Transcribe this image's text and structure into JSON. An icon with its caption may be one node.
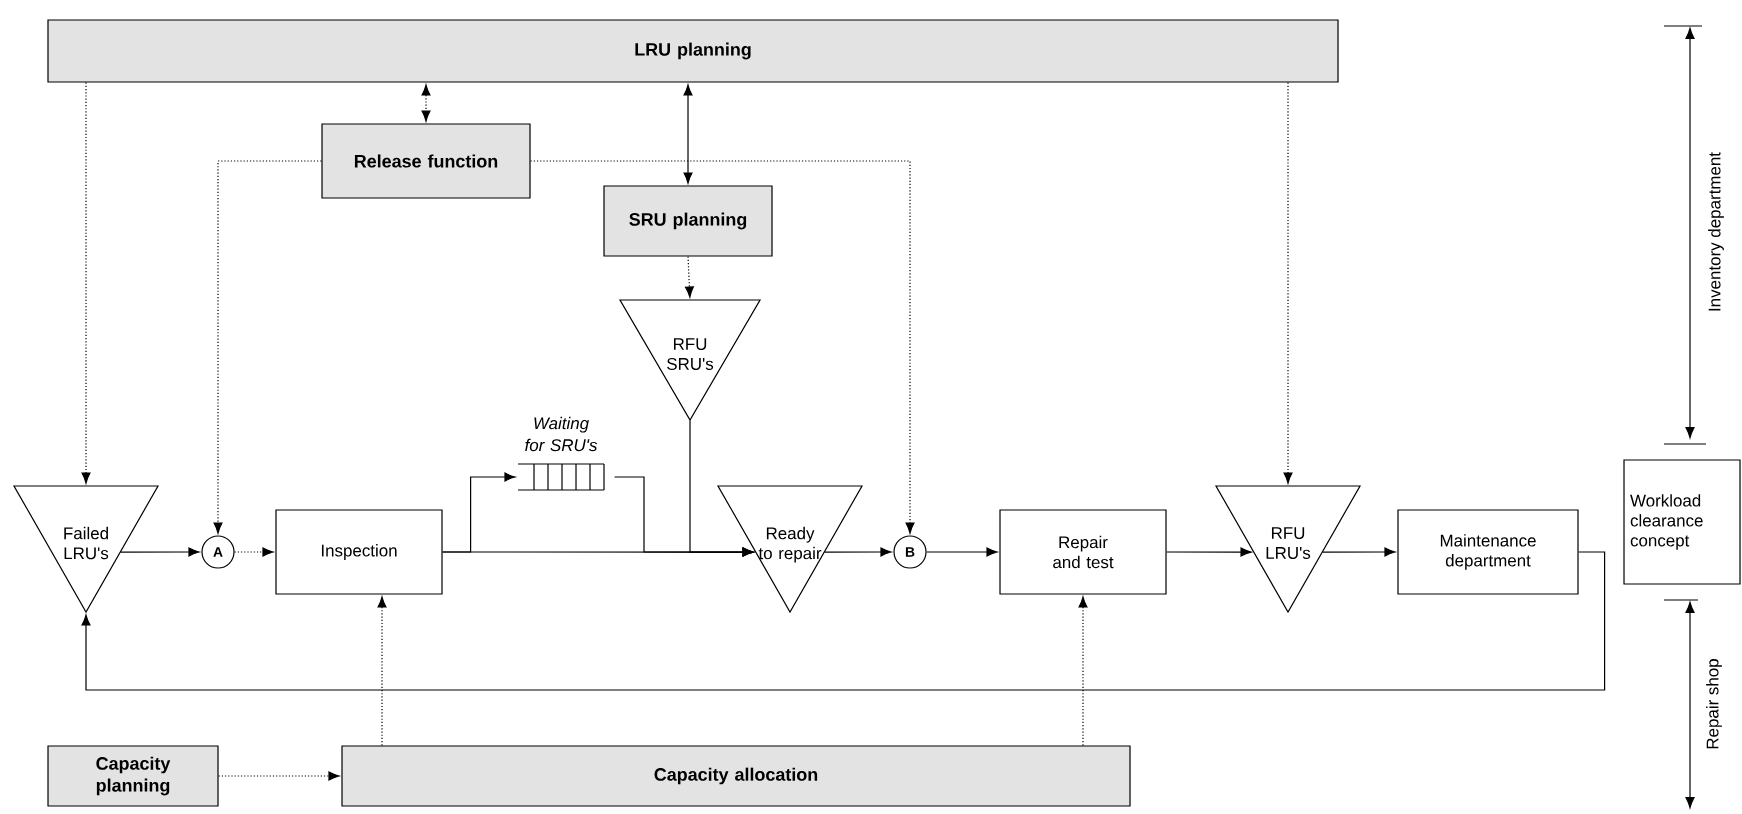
{
  "diagram": {
    "nodes": [
      {
        "text": [
          "LRU planning"
        ]
      },
      {
        "text": [
          "Release function"
        ]
      },
      {
        "text": [
          "SRU planning"
        ]
      },
      {
        "text": [
          "RFU SRU's"
        ]
      },
      {
        "text": [
          "Failed LRU's"
        ]
      },
      {
        "text": [
          "A"
        ]
      },
      {
        "text": [
          "Inspection"
        ]
      },
      {
        "text": [
          "Waiting for SRU's"
        ]
      },
      {
        "text": [
          "Ready to repair"
        ]
      },
      {
        "text": [
          "B"
        ]
      },
      {
        "text": [
          "Repair and test"
        ]
      },
      {
        "text": [
          "RFU LRU's"
        ]
      },
      {
        "text": [
          "Maintenance department"
        ]
      },
      {
        "text": [
          "Workload clearance concept"
        ]
      },
      {
        "text": [
          "Capacity planning"
        ]
      },
      {
        "text": [
          "Capacity allocation"
        ]
      }
    ],
    "edges": [
      {
        "from": 0,
        "to": 4,
        "arrow": "to",
        "style": "dashed"
      },
      {
        "from": 0,
        "to": 1,
        "arrow": "both",
        "style": "dashed"
      },
      {
        "from": 0,
        "to": 2,
        "arrow": "both"
      },
      {
        "from": 1,
        "to": 5,
        "arrow": "to",
        "style": "dashed"
      },
      {
        "from": 1,
        "to": 9,
        "arrow": "to",
        "style": "dashed"
      },
      {
        "from": 2,
        "to": 3,
        "arrow": "to",
        "style": "dashed"
      },
      {
        "from": 0,
        "to": 11,
        "arrow": "to",
        "style": "dashed"
      },
      {
        "from": 4,
        "to": 5,
        "arrow": "to"
      },
      {
        "from": 5,
        "to": 6,
        "arrow": "to",
        "style": "dashed"
      },
      {
        "from": 6,
        "to": 8,
        "arrow": "to"
      },
      {
        "from": 6,
        "to": 7,
        "arrow": "to"
      },
      {
        "from": 7,
        "to": 8,
        "arrow": "to"
      },
      {
        "from": 3,
        "to": 8,
        "arrow": "to"
      },
      {
        "from": 8,
        "to": 9,
        "arrow": "to"
      },
      {
        "from": 9,
        "to": 10,
        "arrow": "to"
      },
      {
        "from": 10,
        "to": 11,
        "arrow": "to"
      },
      {
        "from": 11,
        "to": 12,
        "arrow": "to"
      },
      {
        "from": 12,
        "to": 4,
        "arrow": "to"
      },
      {
        "from": 14,
        "to": 15,
        "arrow": "to",
        "style": "dashed"
      },
      {
        "from": 15,
        "to": 6,
        "arrow": "to",
        "style": "dashed"
      },
      {
        "from": 15,
        "to": 10,
        "arrow": "to",
        "style": "dashed"
      }
    ],
    "labels": [
      "Inventory department",
      "Repair shop"
    ]
  }
}
